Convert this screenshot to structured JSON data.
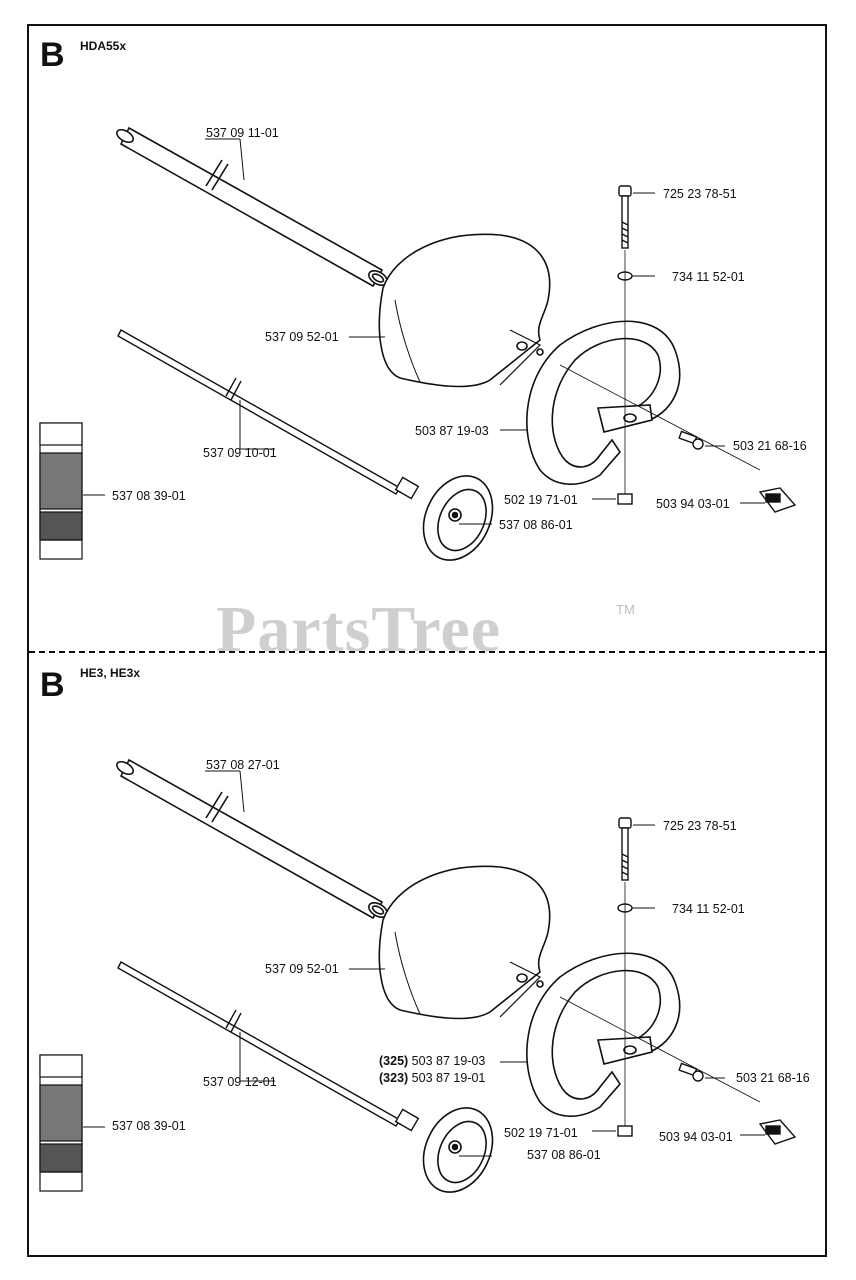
{
  "watermark": {
    "text": "PartsTree",
    "tm": "TM"
  },
  "sections": [
    {
      "letter": "B",
      "model": "HDA55x",
      "parts": {
        "tube": "537 09 11-01",
        "bolt": "725 23 78-51",
        "washer": "734 11 52-01",
        "guard": "537 09 52-01",
        "handle": "503 87 19-03",
        "screw": "503 21 68-16",
        "shaft": "537 09 10-01",
        "decal": "537 08 39-01",
        "nut": "502 19 71-01",
        "clip": "503 94 03-01",
        "cup": "537 08 86-01"
      }
    },
    {
      "letter": "B",
      "model": "HE3, HE3x",
      "parts": {
        "tube": "537 08 27-01",
        "bolt": "725 23 78-51",
        "washer": "734 11 52-01",
        "guard": "537 09 52-01",
        "handle_325_tag": "(325)",
        "handle_325": "503 87 19-03",
        "handle_323_tag": "(323)",
        "handle_323": "503 87 19-01",
        "screw": "503 21 68-16",
        "shaft": "537 09 12-01",
        "decal": "537 08 39-01",
        "nut": "502 19 71-01",
        "clip": "503 94 03-01",
        "cup": "537 08 86-01"
      }
    }
  ]
}
